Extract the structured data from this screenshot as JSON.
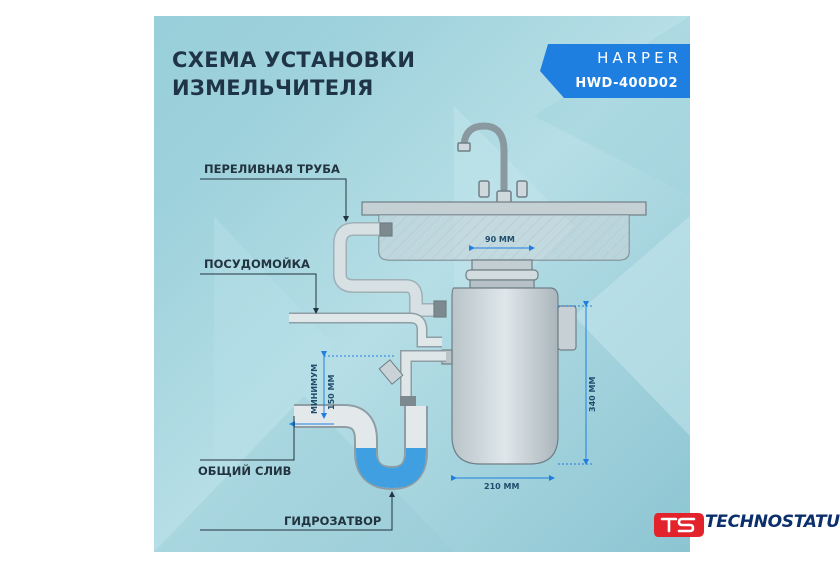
{
  "title_line1": "СХЕМА УСТАНОВКИ",
  "title_line2": "ИЗМЕЛЬЧИТЕЛЯ",
  "brand": "HARPER",
  "model": "HWD-400D02",
  "labels": {
    "overflow": "ПЕРЕЛИВНАЯ ТРУБА",
    "dishwasher": "ПОСУДОМОЙКА",
    "drain": "ОБЩИЙ СЛИВ",
    "trap": "ГИДРОЗАТВОР"
  },
  "dims": {
    "neck": "90 ММ",
    "height": "340 ММ",
    "width": "210 ММ",
    "min_line1": "МИНИМУМ",
    "min_line2": "150 ММ"
  },
  "watermark": "TECHNOSTATUS",
  "colors": {
    "bg": "#a9d7e0",
    "accent": "#1e7fe0",
    "water": "#3f9fe0",
    "ink": "#22343f"
  }
}
